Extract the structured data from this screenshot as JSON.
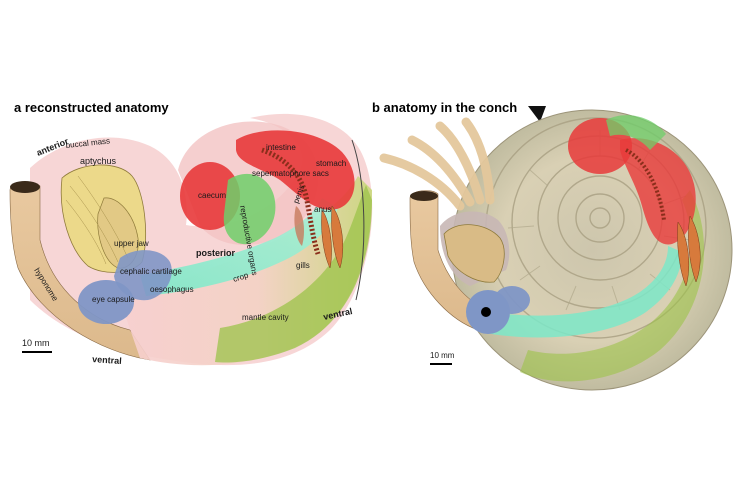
{
  "panel_a": {
    "title": "a  reconstructed anatomy",
    "scale": "10 mm",
    "labels": {
      "anterior": "anterior",
      "buccal_mass": "buccal mass",
      "aptychus": "aptychus",
      "upper_jaw": "upper jaw",
      "hyponome": "hyponome",
      "cephalic_cartilage": "cephalic cartilage",
      "eye_capsule": "eye capsule",
      "oesophagus": "oesophagus",
      "crop": "crop",
      "caecum": "caecum",
      "reproductive_organs": "reproductive organs",
      "spermatophore_sacs": "sepermatophore sacs",
      "posterior": "posterior",
      "stomach": "stomach",
      "intestine": "intestine",
      "penis": "penis",
      "anus": "anus",
      "gills": "gills",
      "mantle_cavity": "mantle cavity",
      "ventral_bottom": "ventral",
      "ventral_right": "ventral"
    }
  },
  "panel_b": {
    "title": "b  anatomy in the conch",
    "scale": "10 mm"
  },
  "colors": {
    "mantle_pink": "#f6c9c9",
    "hyponome_tan": "#e8c79b",
    "jaw_yellow": "#ecd98a",
    "cartilage_blue": "#7f96c6",
    "crop_mint": "#7de8c8",
    "organ_red": "#e8393a",
    "organ_green": "#6fcf6a",
    "mantle_green": "#9cc34a",
    "shell_beige": "#d8cfb2"
  }
}
